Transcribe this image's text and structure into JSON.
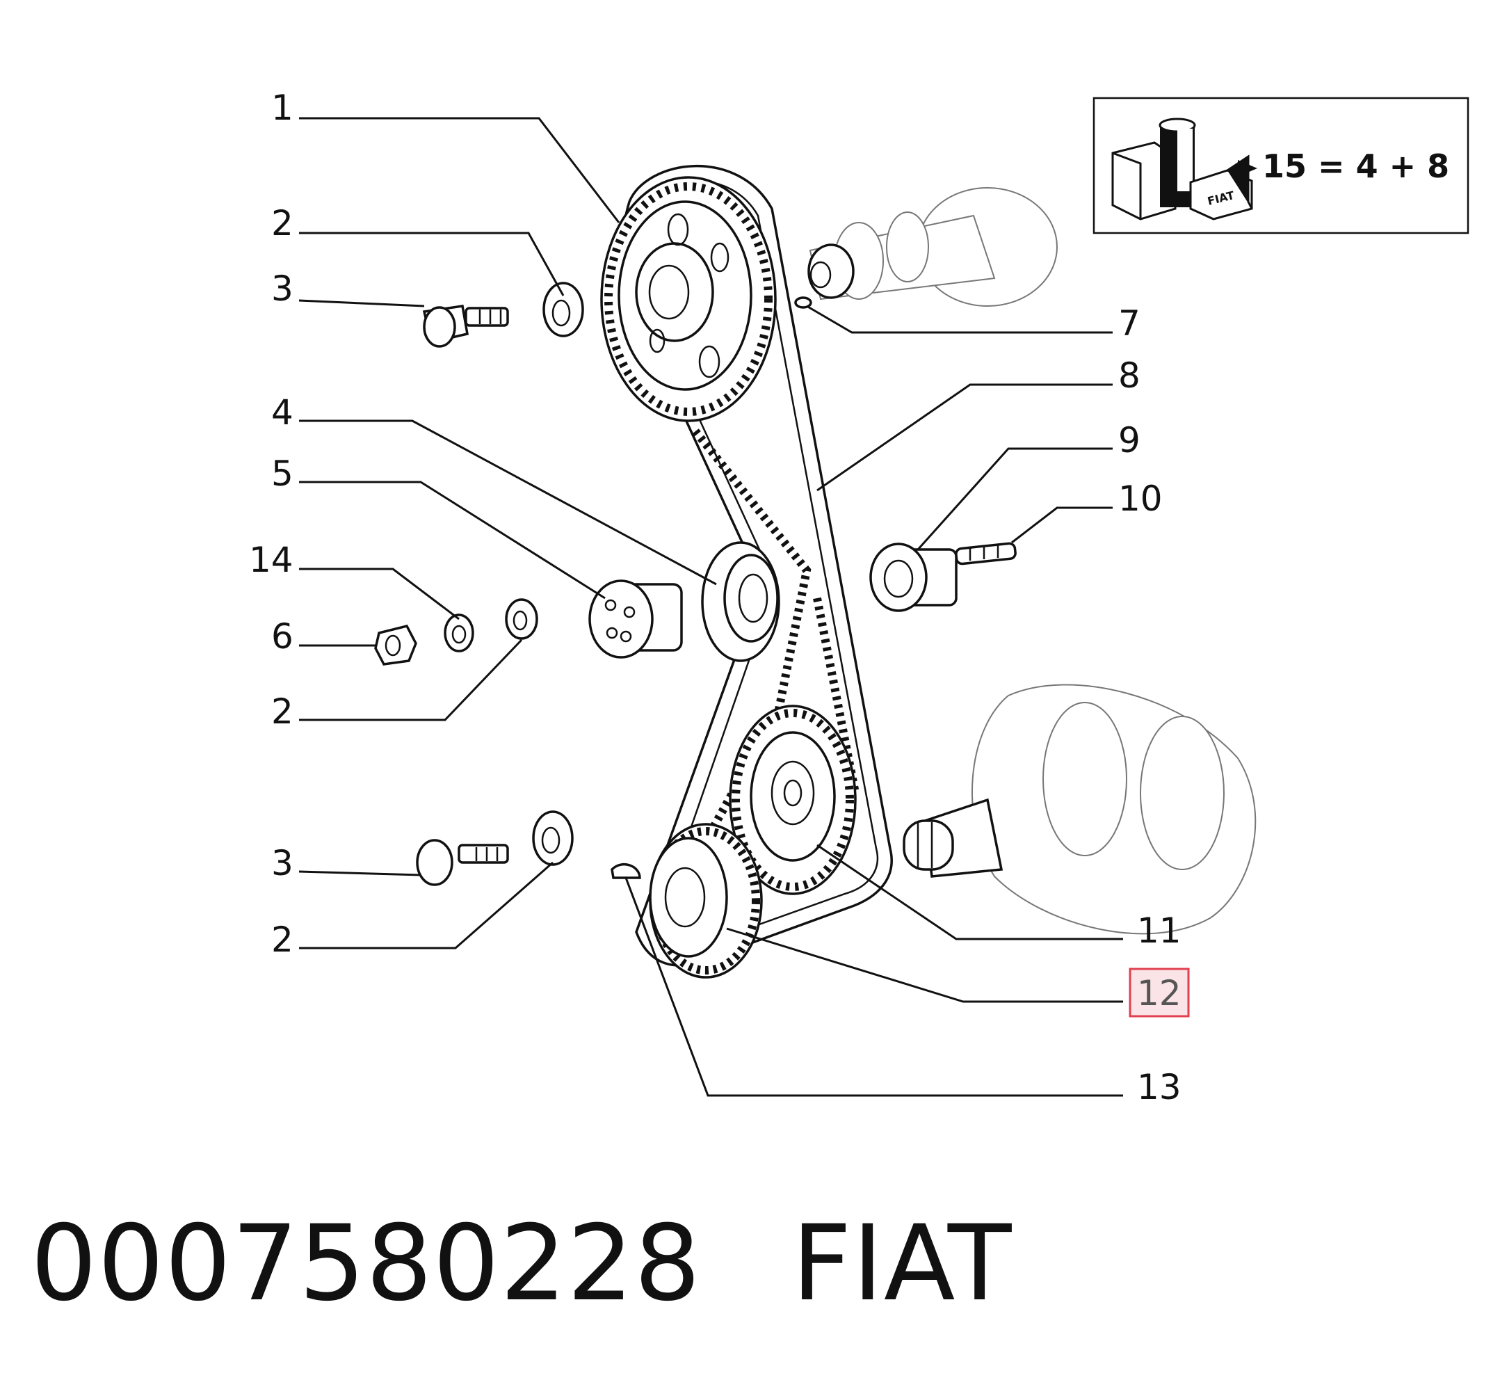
{
  "callouts": {
    "c1": "1",
    "c2a": "2",
    "c3a": "3",
    "c4": "4",
    "c5": "5",
    "c14": "14",
    "c6": "6",
    "c2b": "2",
    "c3b": "3",
    "c2c": "2",
    "c7": "7",
    "c8": "8",
    "c9": "9",
    "c10": "10",
    "c11": "11",
    "c12": "12",
    "c13": "13"
  },
  "kit_box": {
    "formula": "15 = 4 + 8",
    "logo_text": "FIAT"
  },
  "highlight_color": "#e04050",
  "footer": {
    "part_number": "0007580228",
    "brand": "FIAT"
  }
}
